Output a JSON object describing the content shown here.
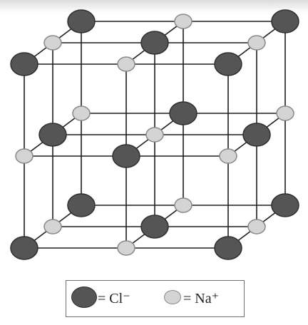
{
  "legend": {
    "cl_label": "= Cl⁻",
    "na_label": "= Na⁺"
  },
  "colors": {
    "chloride_fill": "#555555",
    "chloride_stroke": "#2e2e2e",
    "sodium_fill": "#d4d4d4",
    "sodium_stroke": "#888888",
    "bond": "#1e1e1e"
  },
  "lattice": {
    "size": 3,
    "corner_ion": "chloride",
    "alternating": true
  }
}
